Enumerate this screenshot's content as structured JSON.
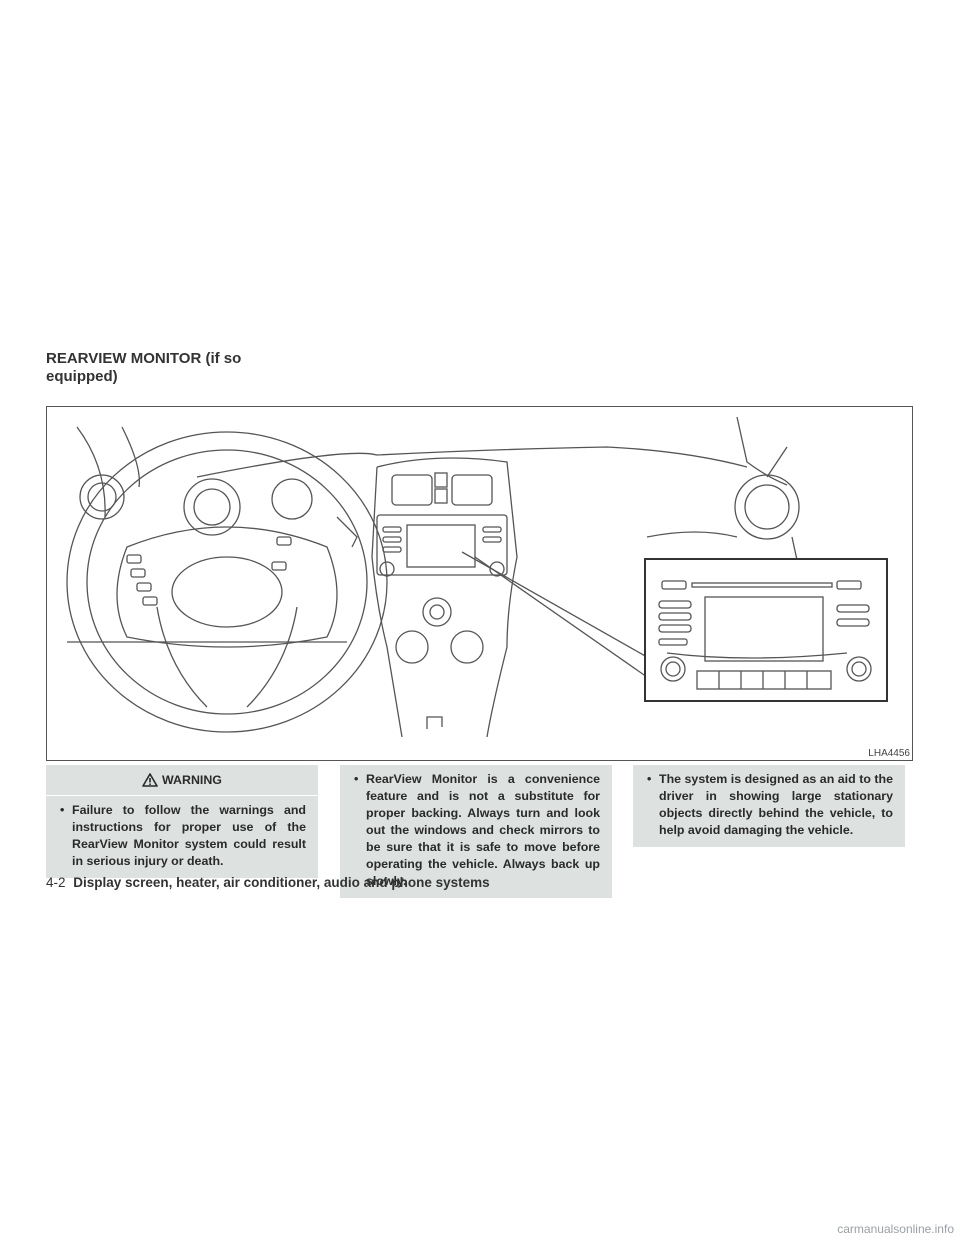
{
  "section": {
    "title": "REARVIEW MONITOR (if so\nequipped)"
  },
  "figure": {
    "code": "LHA4456"
  },
  "warning": {
    "label": "WARNING",
    "items": [
      "Failure to follow the warnings and instructions for proper use of the RearView Monitor system could result in serious injury or death.",
      "RearView Monitor is a convenience feature and is not a substitute for proper backing. Always turn and look out the windows and check mirrors to be sure that it is safe to move before operating the vehicle. Always back up slowly.",
      "The system is designed as an aid to the driver in showing large stationary objects directly behind the vehicle, to help avoid damaging the vehicle."
    ]
  },
  "footer": {
    "page_number": "4-2",
    "chapter": "Display screen, heater, air conditioner, audio and phone systems"
  },
  "watermark": "carmanualsonline.info",
  "colors": {
    "warning_bg": "#dde1df",
    "line": "#555555"
  }
}
